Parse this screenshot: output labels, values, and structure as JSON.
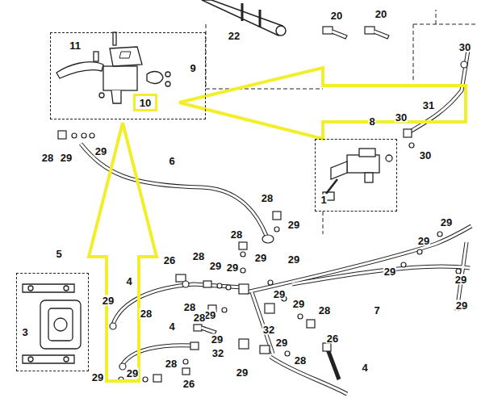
{
  "diagram": {
    "nodes": [
      {
        "text": [
          "11",
          "9"
        ]
      },
      {
        "text": [
          "10"
        ],
        "in": 0
      },
      {
        "text": [
          "8",
          "1"
        ]
      },
      {
        "text": [
          "5",
          "3"
        ]
      }
    ],
    "labels": [
      "22",
      "20",
      "20",
      "30",
      "30",
      "31",
      "30",
      "28",
      "29",
      "29",
      "6",
      "28",
      "29",
      "29",
      "29",
      "29",
      "29",
      "28",
      "29",
      "29",
      "26",
      "28",
      "29",
      "29",
      "4",
      "7",
      "29",
      "28",
      "28",
      "29",
      "29",
      "29",
      "28",
      "4",
      "28",
      "29",
      "32",
      "26",
      "29",
      "28",
      "32",
      "28",
      "26",
      "29",
      "29",
      "29",
      "29",
      "4"
    ]
  }
}
